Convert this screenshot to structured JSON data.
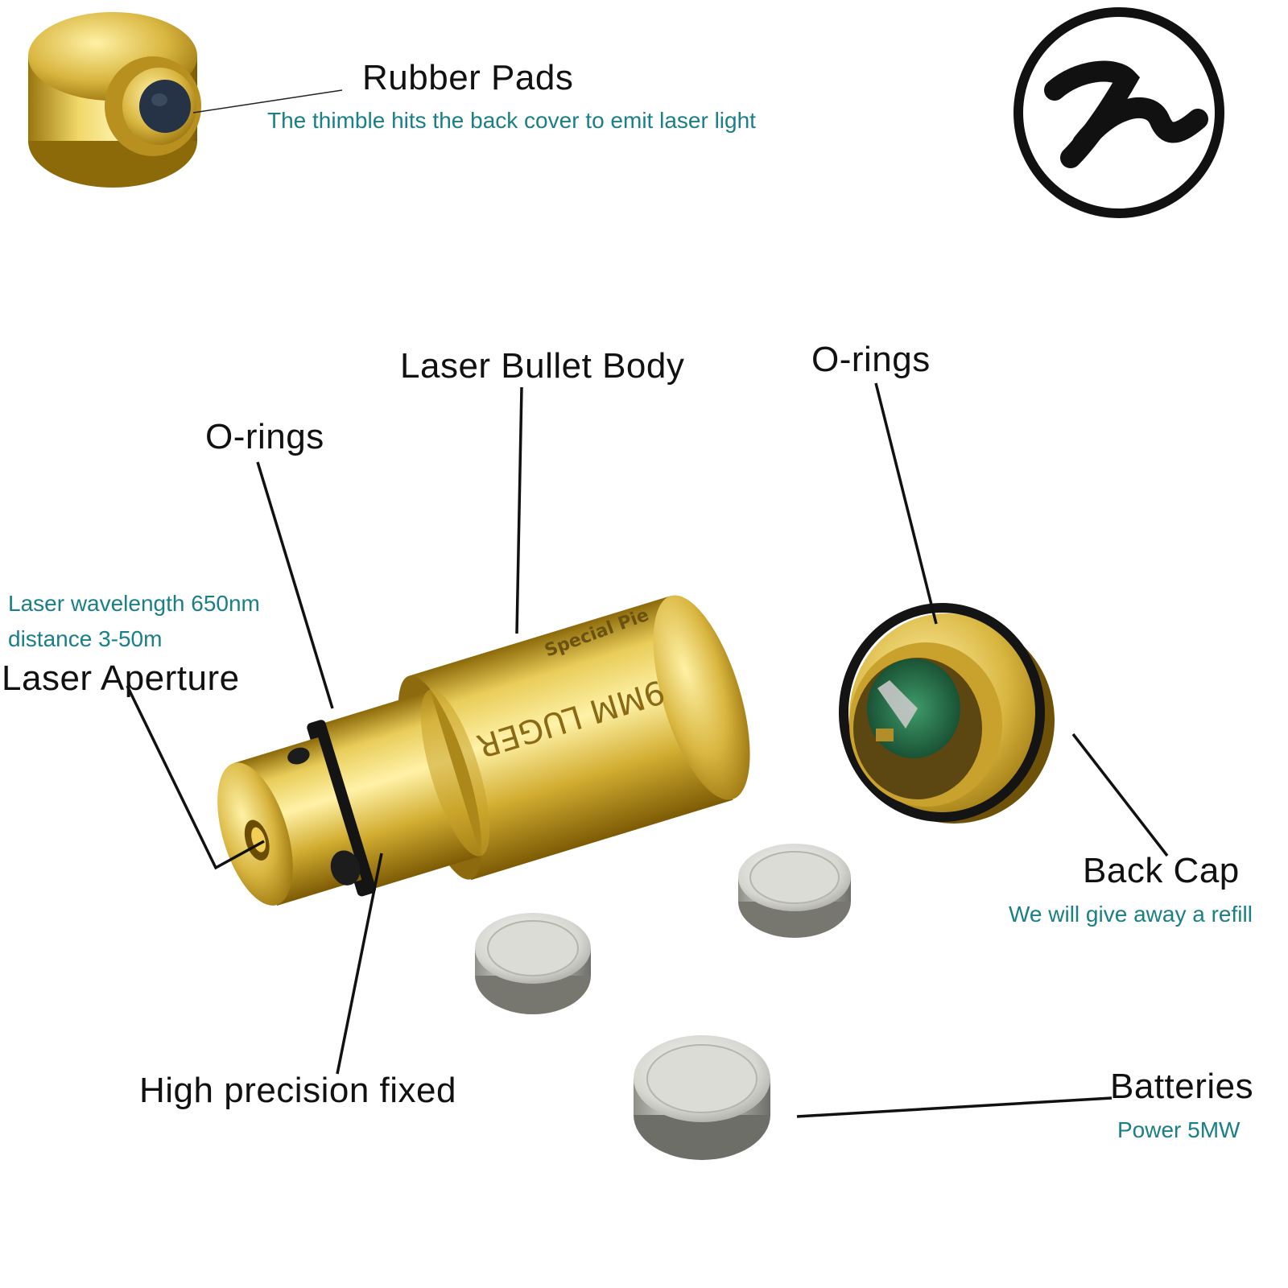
{
  "colors": {
    "label": "#111111",
    "caption": "#1a7f86",
    "brass": "#d8b53a",
    "background": "#ffffff"
  },
  "rubber_pads": {
    "title": "Rubber Pads",
    "caption": "The thimble hits the back cover to emit laser light"
  },
  "logo": {
    "icon": "brand-logo-icon"
  },
  "labels": {
    "laser_bullet_body": "Laser Bullet Body",
    "o_rings_left": "O-rings",
    "o_rings_right": "O-rings",
    "laser_aperture": "Laser Aperture",
    "laser_aperture_note_1": "Laser wavelength 650nm",
    "laser_aperture_note_2": "distance 3-50m",
    "high_precision": "High precision fixed",
    "back_cap": "Back Cap",
    "back_cap_caption": "We will give away a refill",
    "batteries": "Batteries",
    "batteries_caption": "Power 5MW"
  },
  "engraving": {
    "brand": "Special Pie",
    "caliber": "9MM LUGER"
  }
}
